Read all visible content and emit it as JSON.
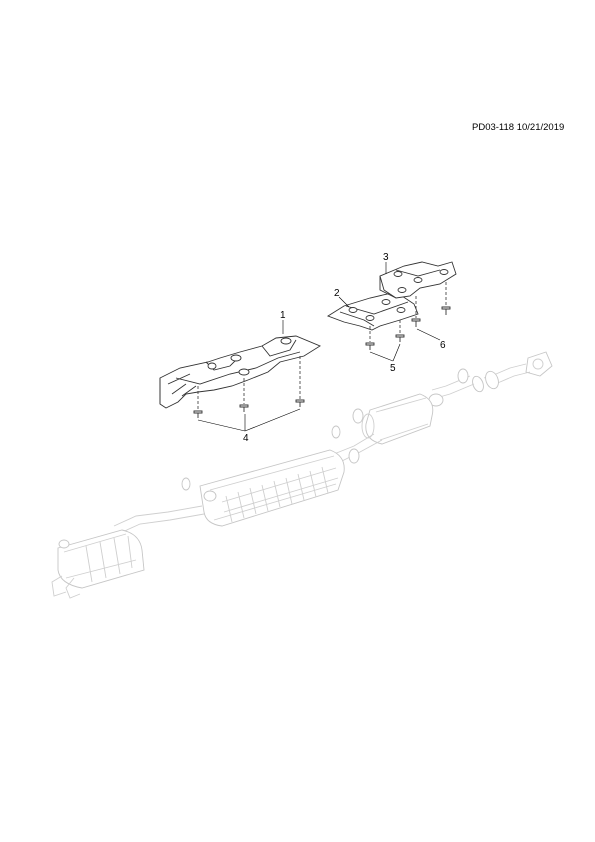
{
  "document_code": "PD03-118 10/21/2019",
  "callouts": {
    "c1": "1",
    "c2": "2",
    "c3": "3",
    "c4": "4",
    "c5": "5",
    "c6": "6"
  }
}
